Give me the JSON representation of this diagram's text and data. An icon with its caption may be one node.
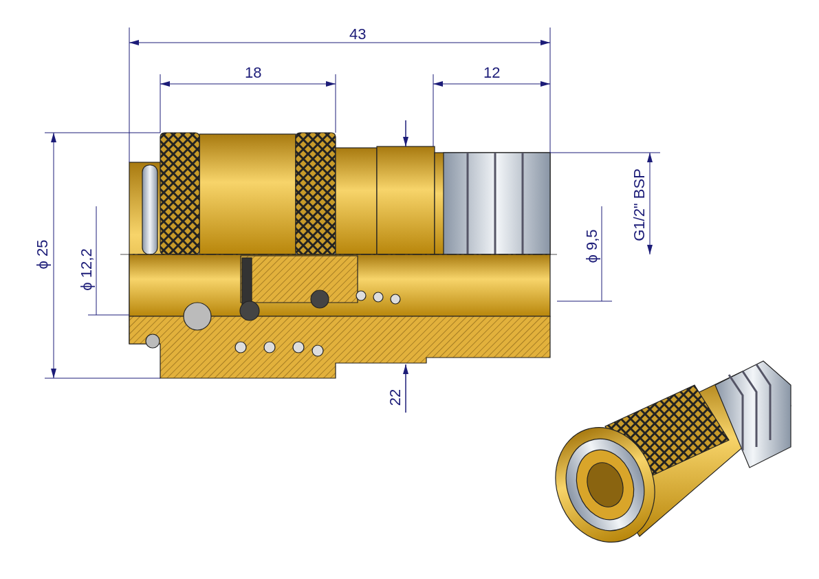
{
  "diagram": {
    "labels": [
      "43",
      "18",
      "12",
      "ϕ 25",
      "ϕ 12,2",
      "ϕ 9,5",
      "G1/2\" BSP",
      "22"
    ]
  }
}
